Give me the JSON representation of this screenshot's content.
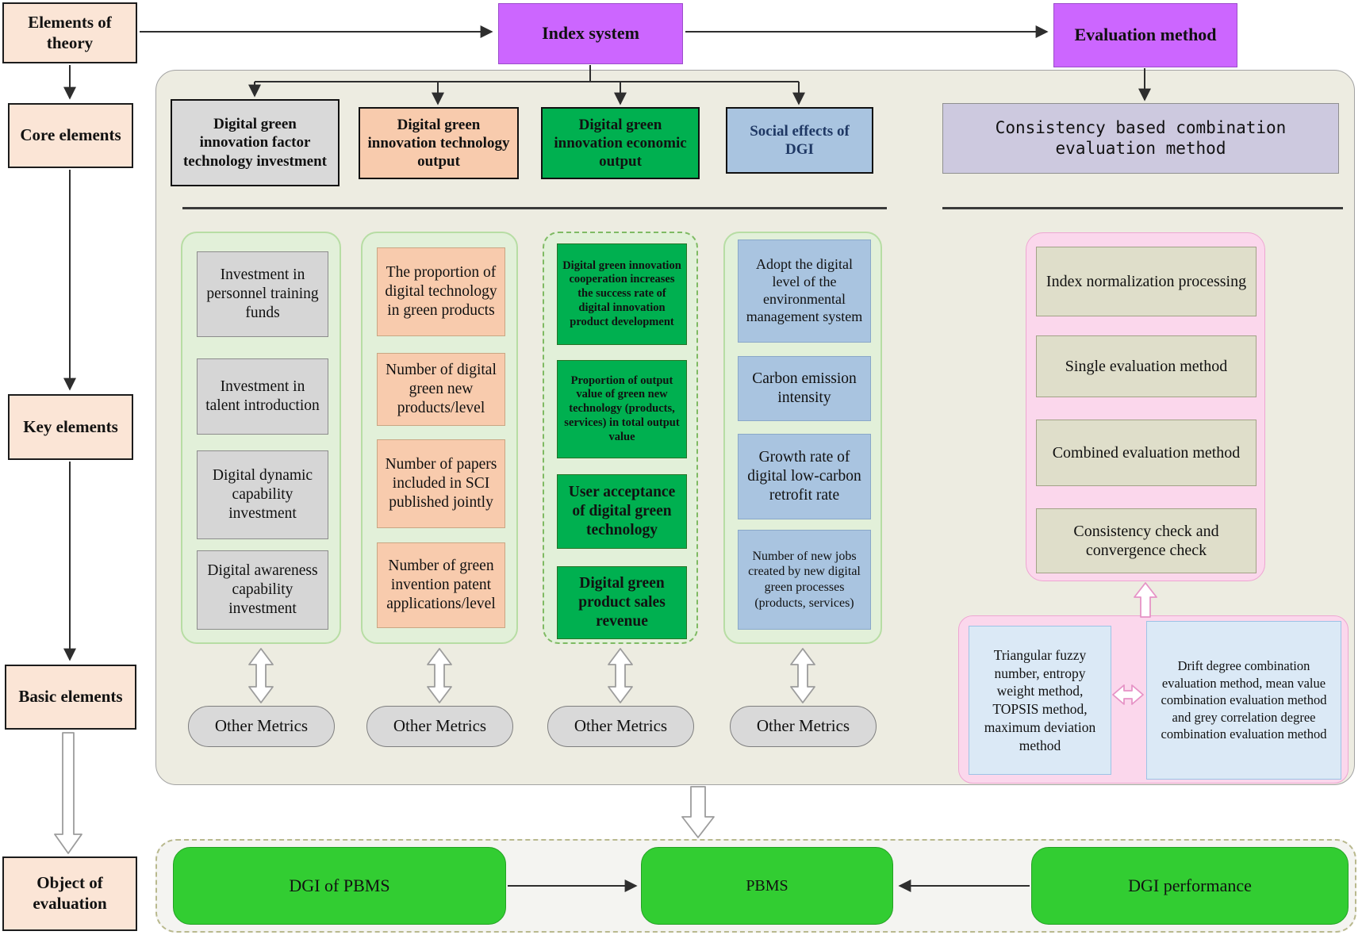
{
  "left_rail": {
    "theory": "Elements of theory",
    "core": "Core elements",
    "key": "Key elements",
    "basic": "Basic elements",
    "object": "Object of evaluation"
  },
  "top": {
    "index_system": "Index system",
    "evaluation_method": "Evaluation method"
  },
  "columns": [
    {
      "header": "Digital green innovation factor technology investment",
      "items": [
        "Investment in personnel training funds",
        "Investment in talent introduction",
        "Digital dynamic capability investment",
        "Digital awareness capability investment"
      ],
      "footer": "Other Metrics"
    },
    {
      "header": "Digital green innovation technology output",
      "items": [
        "The proportion of digital technology in green products",
        "Number of digital green new products/level",
        "Number of papers included in SCI published jointly",
        "Number of green invention patent applications/level"
      ],
      "footer": "Other Metrics"
    },
    {
      "header": "Digital green innovation economic output",
      "items": [
        "Digital green innovation cooperation increases the success rate of digital innovation product development",
        "Proportion of output value of green new technology (products, services) in total output value",
        "User acceptance of digital green technology",
        "Digital green product sales revenue"
      ],
      "footer": "Other Metrics"
    },
    {
      "header": "Social effects of DGI",
      "items": [
        "Adopt the digital level of the environmental management system",
        "Carbon emission intensity",
        "Growth rate of digital low-carbon retrofit rate",
        "Number of new jobs created by new digital green processes (products, services)"
      ],
      "footer": "Other Metrics"
    }
  ],
  "evaluation": {
    "header": "Consistency based combination evaluation method",
    "steps": [
      "Index normalization processing",
      "Single evaluation method",
      "Combined evaluation method",
      "Consistency check and convergence check"
    ],
    "single_methods": "Triangular fuzzy number, entropy weight method, TOPSIS method, maximum deviation method",
    "combination_methods": "Drift degree combination evaluation method, mean value combination evaluation method and grey correlation degree combination evaluation method"
  },
  "bottom": {
    "dgi_of_pbms": "DGI of PBMS",
    "pbms": "PBMS",
    "dgi_performance": "DGI performance"
  },
  "colors": {
    "purple": "#cc66ff",
    "peach": "#fbe5d6",
    "gray": "#d9d9d9",
    "orange": "#f8cbad",
    "green": "#00b050",
    "blue": "#a9c4e0",
    "lavender": "#cdc9df",
    "light_green": "#e2f0d9",
    "pink": "#fbd7ec",
    "olive": "#dfdeca",
    "light_blue": "#dbe9f6",
    "bright_green": "#32cd32"
  }
}
